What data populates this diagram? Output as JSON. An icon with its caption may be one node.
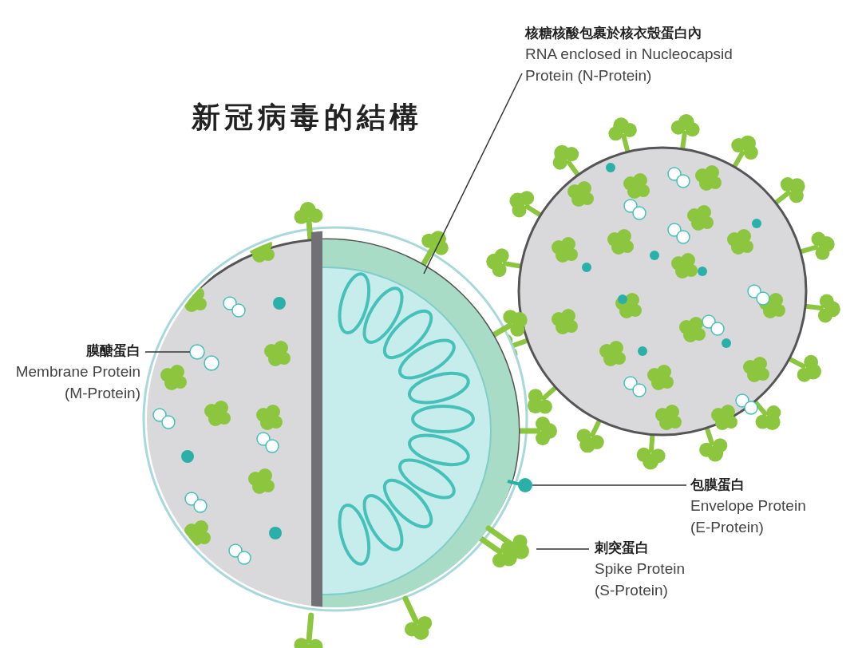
{
  "diagram": {
    "title": "新冠病毒的結構",
    "nodes": [
      {
        "text": [
          "核糖核酸包裹於核衣殼蛋白內",
          "RNA enclosed in Nucleocapsid Protein (N-Protein)"
        ]
      },
      {
        "text": [],
        "shape": "picture"
      },
      {
        "text": [
          "膜醣蛋白",
          "Membrane Protein (M-Protein)"
        ]
      },
      {
        "text": [],
        "shape": "picture"
      },
      {
        "text": [
          "包膜蛋白",
          "Envelope Protein (E-Protein)"
        ]
      },
      {
        "text": [],
        "shape": "picture"
      },
      {
        "text": [
          "刺突蛋白",
          "Spike Protein (S-Protein)"
        ]
      },
      {
        "text": [],
        "shape": "picture"
      }
    ],
    "edges": [
      {
        "from": 0,
        "to": 1,
        "arrow": "none"
      },
      {
        "from": 2,
        "to": 3,
        "arrow": "none"
      },
      {
        "from": 4,
        "to": 5,
        "arrow": "none"
      },
      {
        "from": 6,
        "to": 7,
        "arrow": "none"
      }
    ]
  }
}
